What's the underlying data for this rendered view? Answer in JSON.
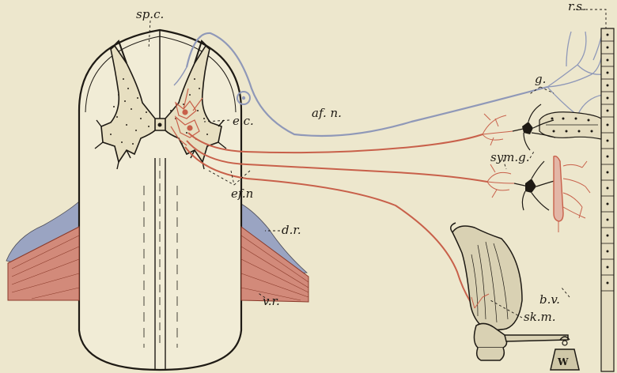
{
  "labels": {
    "spc": "sp.c.",
    "rs": "r.s.",
    "g": "g.",
    "ec": "e.c.",
    "afn": "af. n.",
    "symg": "sym.g.",
    "efn": "ef.n",
    "dr": "d.r.",
    "bv": "b.v.",
    "skm": "sk.m.",
    "vr": "v.r.",
    "w": "W"
  },
  "colors": {
    "background": "#ede7cd",
    "ink": "#1e1a14",
    "afferent_blue": "#8f98b8",
    "efferent_red": "#c8604a",
    "muscle_red": "#d28a7a",
    "dorsal_root_blue": "#9aa4c2"
  }
}
